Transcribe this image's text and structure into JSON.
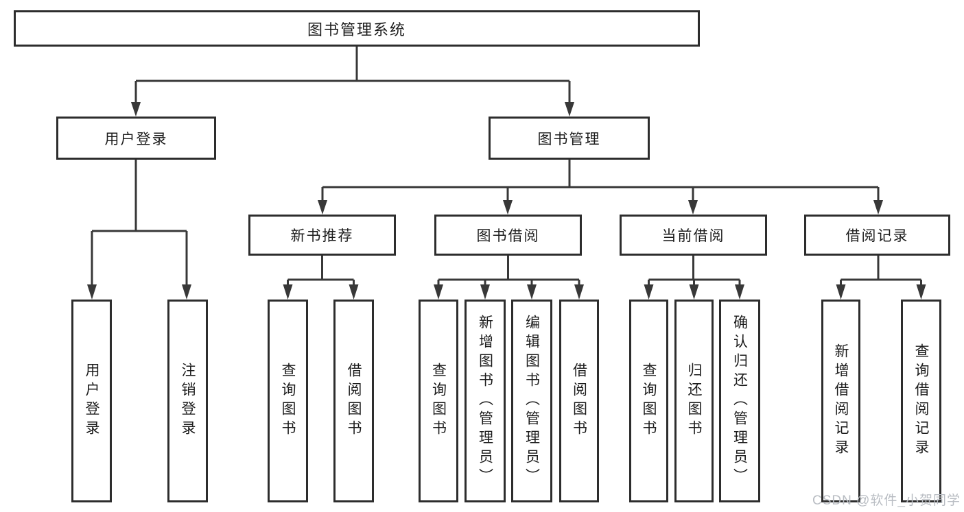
{
  "diagram": {
    "title": "图书管理系统",
    "branches": [
      {
        "label": "用户登录",
        "children": [
          {
            "label": "用户登录"
          },
          {
            "label": "注销登录"
          }
        ]
      },
      {
        "label": "图书管理",
        "children": [
          {
            "label": "新书推荐",
            "children": [
              {
                "label": "查询图书"
              },
              {
                "label": "借阅图书"
              }
            ]
          },
          {
            "label": "图书借阅",
            "children": [
              {
                "label": "查询图书"
              },
              {
                "label": "新增图书（管理员）"
              },
              {
                "label": "编辑图书（管理员）"
              },
              {
                "label": "借阅图书"
              }
            ]
          },
          {
            "label": "当前借阅",
            "children": [
              {
                "label": "查询图书"
              },
              {
                "label": "归还图书"
              },
              {
                "label": "确认归还（管理员）"
              }
            ]
          },
          {
            "label": "借阅记录",
            "children": [
              {
                "label": "新增借阅记录"
              },
              {
                "label": "查询借阅记录"
              }
            ]
          }
        ]
      }
    ]
  },
  "watermark": {
    "text": "CSDN @软件_小贺同学",
    "color": "#b9bdc3"
  },
  "colors": {
    "background": "#ffffff",
    "line": "#383838",
    "box_border": "#2d2d2d",
    "text": "#1c1c1c"
  }
}
